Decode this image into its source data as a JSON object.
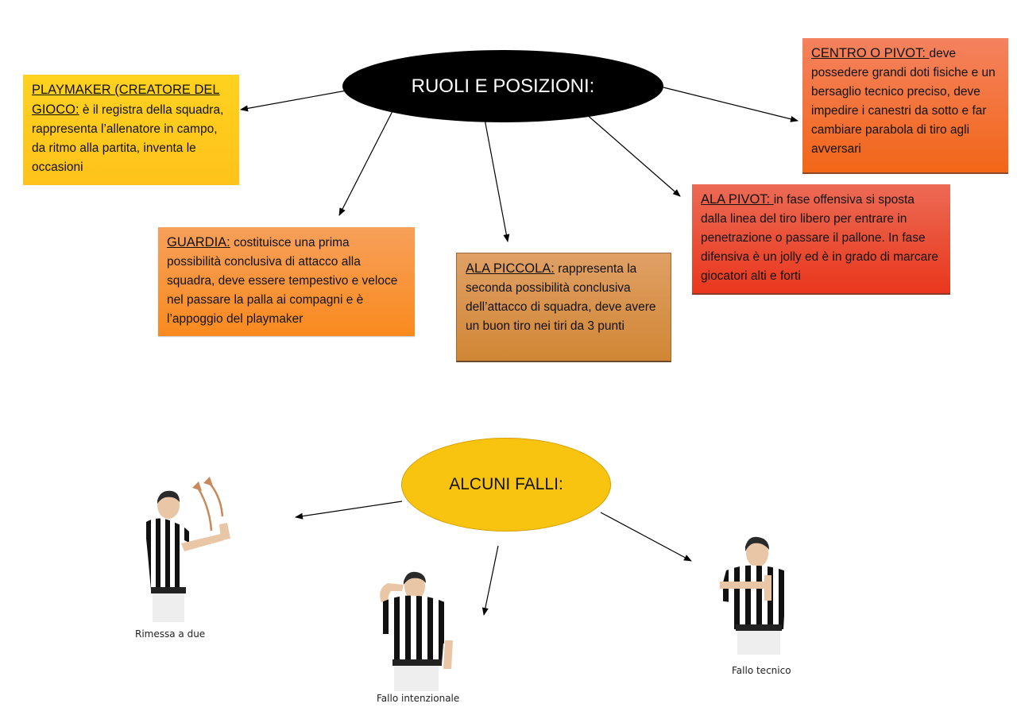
{
  "main_node": {
    "label": "RUOLI E POSIZIONI:"
  },
  "roles": {
    "playmaker": {
      "title": "PLAYMAKER (CREATORE DEL GIOCO:",
      "text": " è il registra della squadra, rappresenta l’allenatore in campo, da ritmo alla partita, inventa le occasioni"
    },
    "guardia": {
      "title": "GUARDIA:",
      "text": " costituisce una prima possibilità conclusiva di attacco alla squadra, deve essere tempestivo e veloce nel passare la palla ai compagni e è l’appoggio del playmaker"
    },
    "ala_piccola": {
      "title": "ALA PICCOLA:",
      "text": " rappresenta la seconda possibilità conclusiva dell’attacco di squadra, deve avere un buon tiro nei tiri da 3 punti"
    },
    "ala_pivot": {
      "title": "ALA PIVOT: ",
      "text": "in fase offensiva si sposta dalla linea del tiro libero per entrare in penetrazione o passare il pallone. In fase difensiva è un jolly ed è in grado di marcare giocatori alti e forti"
    },
    "centro": {
      "title": "CENTRO O PIVOT: ",
      "text": "deve possedere grandi doti fisiche e un bersaglio tecnico preciso, deve impedire i canestri da sotto e far cambiare parabola di tiro agli avversari"
    }
  },
  "fouls_node": {
    "label": "ALCUNI FALLI:"
  },
  "fouls": {
    "rimessa": {
      "caption": "Rimessa a due"
    },
    "intenzionale": {
      "caption": "Fallo intenzionale"
    },
    "tecnico": {
      "caption": "Fallo tecnico"
    }
  }
}
